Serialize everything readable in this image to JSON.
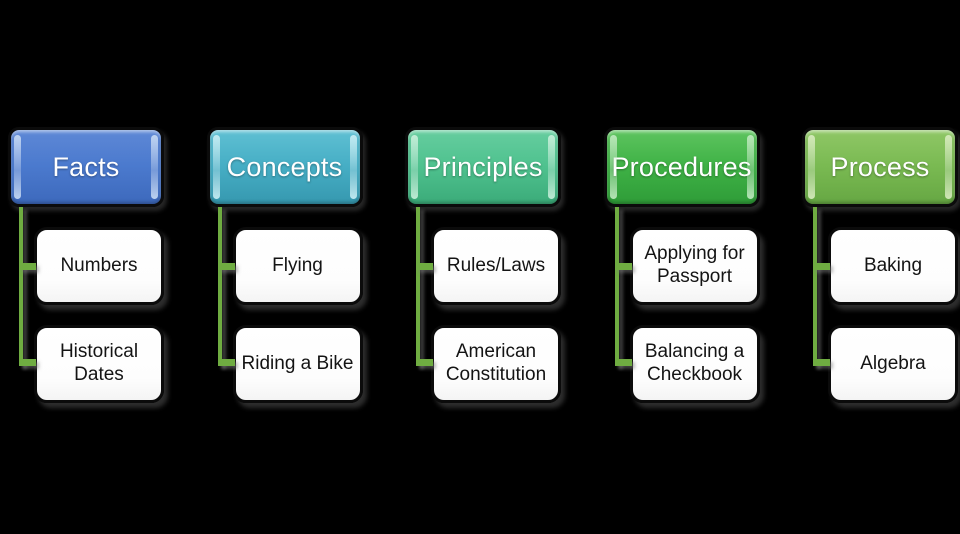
{
  "diagram": {
    "background_color": "#000000",
    "connector_color": "#6FAC41",
    "columns": [
      {
        "title": "Facts",
        "colors": {
          "top": "#5E88D6",
          "mid": "#4B7ACE",
          "bottom": "#3D69BC",
          "highlight": "#C7DAF4"
        },
        "children": [
          {
            "label": "Numbers"
          },
          {
            "label": "Historical Dates"
          }
        ]
      },
      {
        "title": "Concepts",
        "colors": {
          "top": "#5FC0D3",
          "mid": "#46AEC5",
          "bottom": "#3698AF",
          "highlight": "#C9EEF4"
        },
        "children": [
          {
            "label": "Flying"
          },
          {
            "label": "Riding a Bike"
          }
        ]
      },
      {
        "title": "Principles",
        "colors": {
          "top": "#66CD9F",
          "mid": "#4FC28F",
          "bottom": "#3BAB79",
          "highlight": "#C8F0DB"
        },
        "children": [
          {
            "label": "Rules/Laws"
          },
          {
            "label": "American Constitution"
          }
        ]
      },
      {
        "title": "Procedures",
        "colors": {
          "top": "#5EC45F",
          "mid": "#3FB246",
          "bottom": "#2F9C38",
          "highlight": "#BFEABF"
        },
        "children": [
          {
            "label": "Applying for Passport"
          },
          {
            "label": "Balancing a Checkbook"
          }
        ]
      },
      {
        "title": "Process",
        "colors": {
          "top": "#8FC766",
          "mid": "#7ABA52",
          "bottom": "#66A743",
          "highlight": "#D8ECBF"
        },
        "children": [
          {
            "label": "Baking"
          },
          {
            "label": "Algebra"
          }
        ]
      }
    ]
  }
}
